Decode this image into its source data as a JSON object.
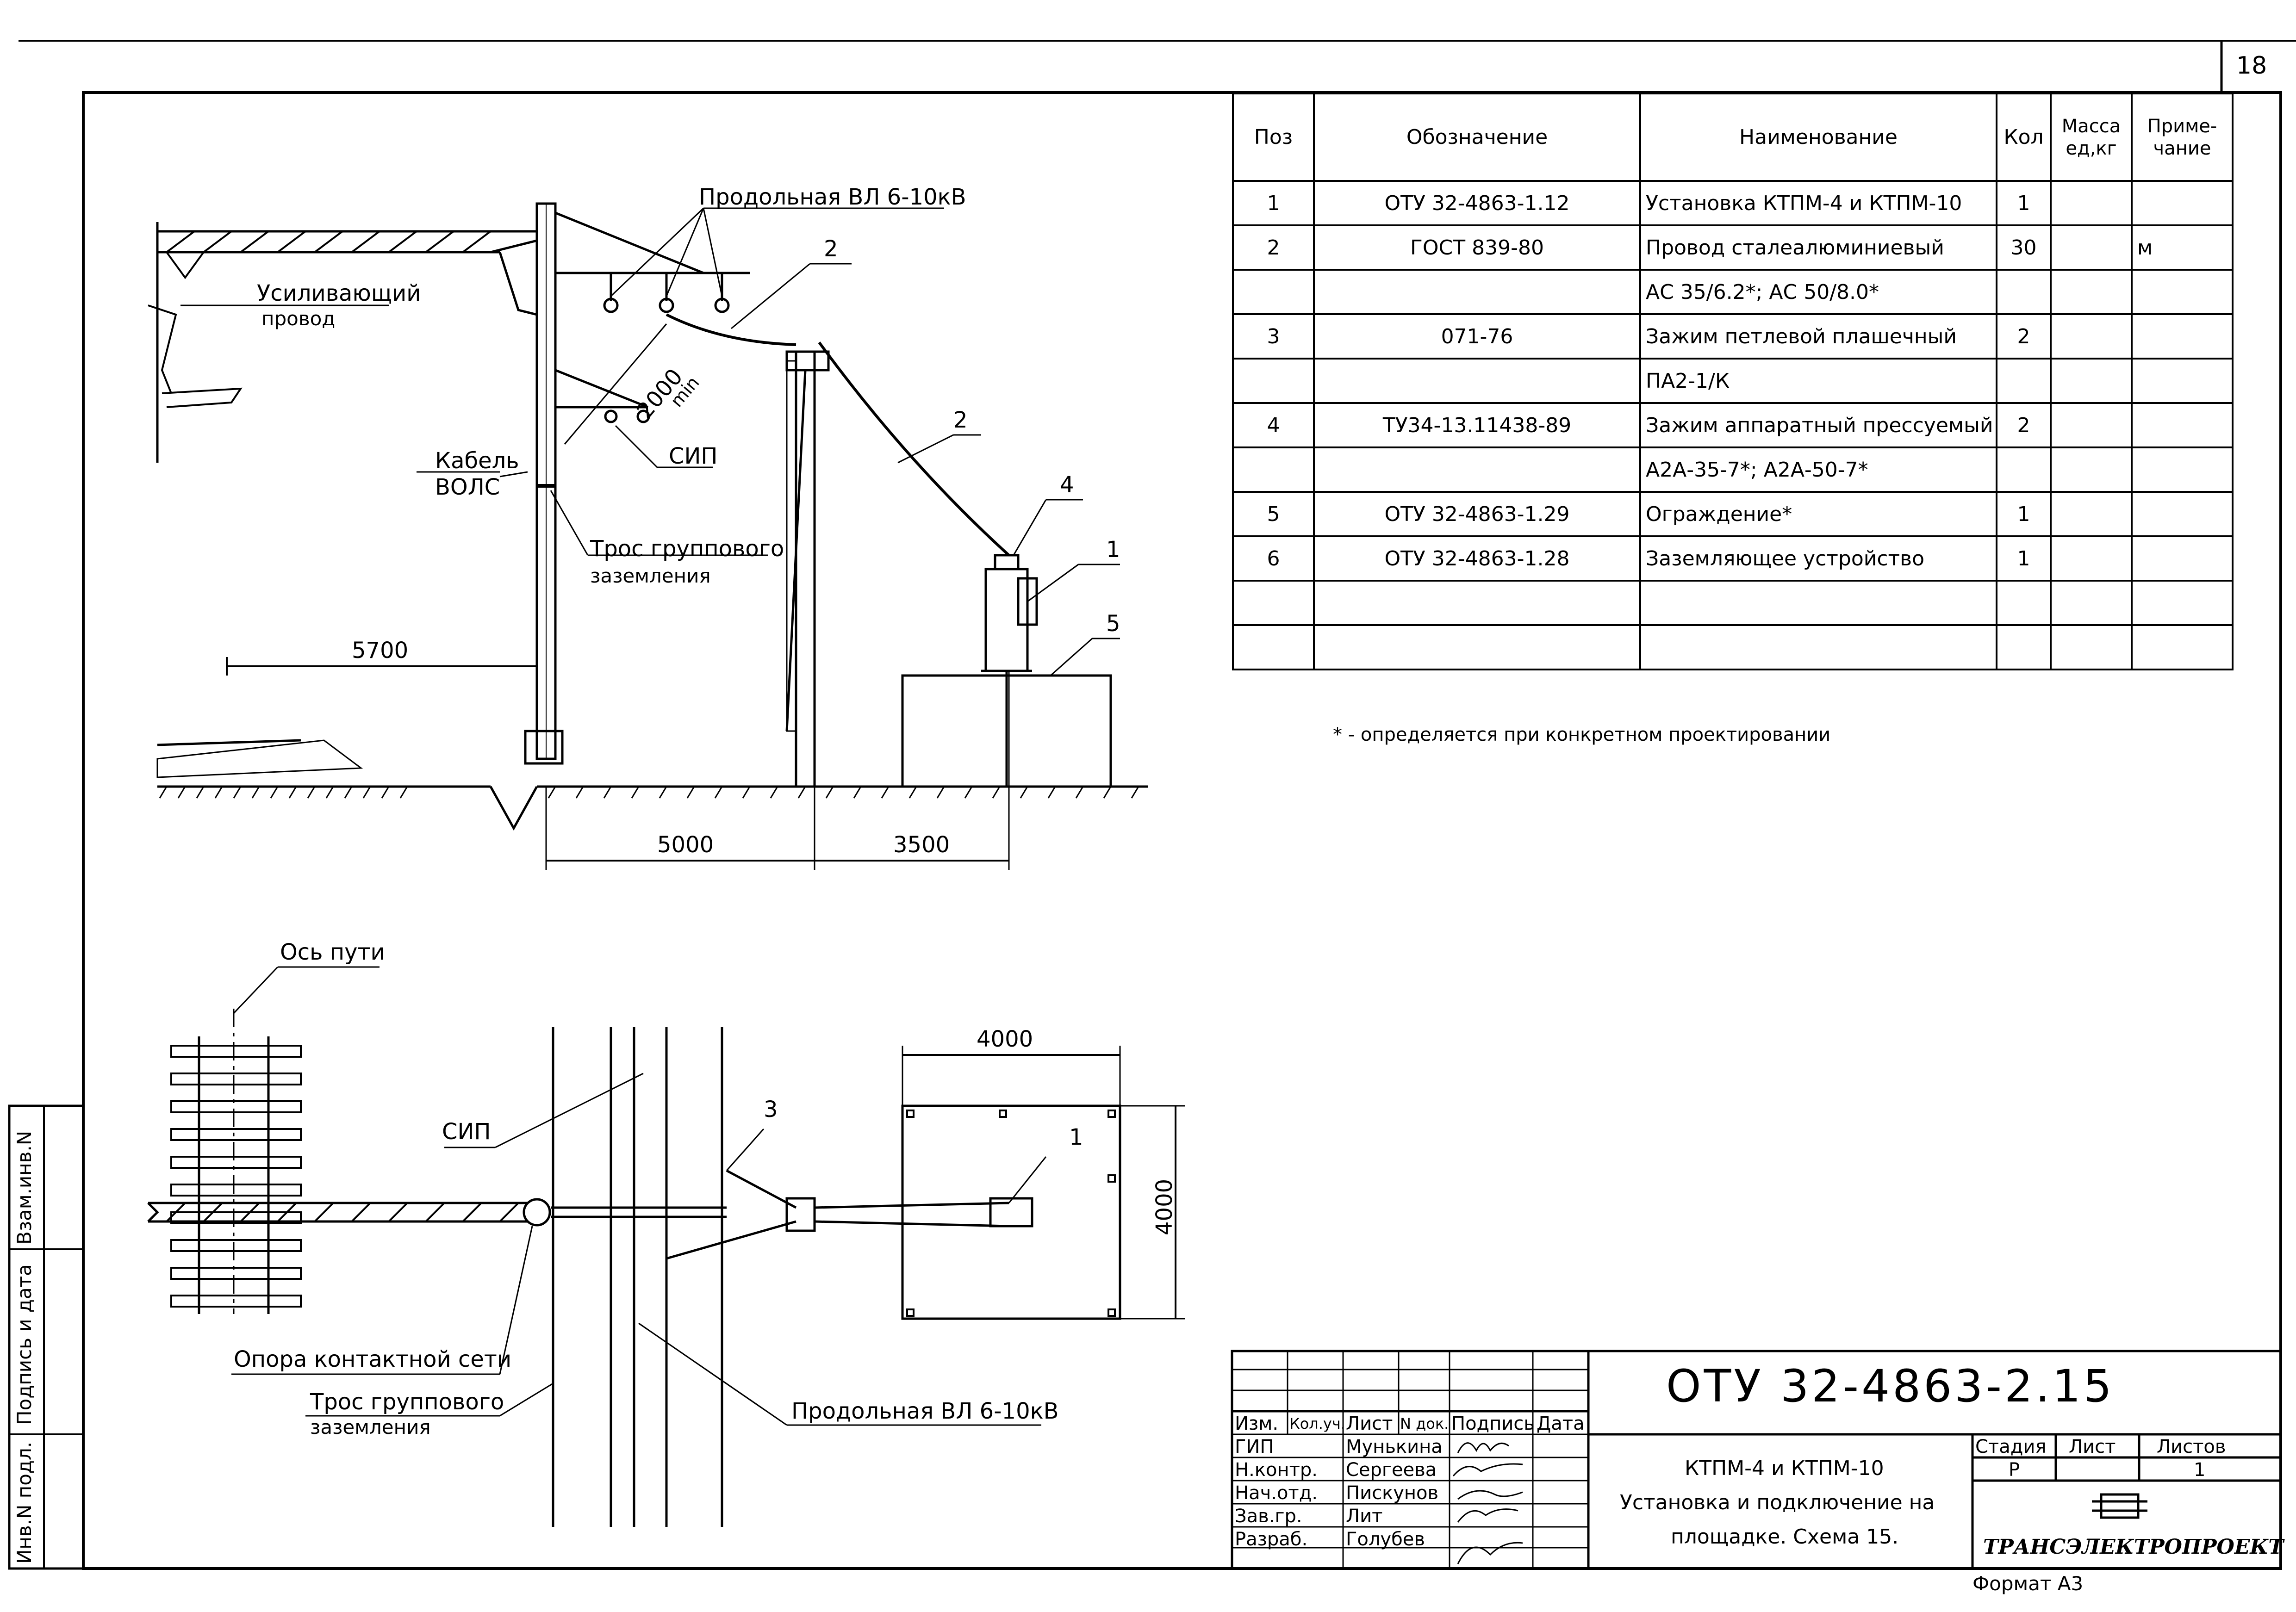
{
  "sheet": {
    "number": "18",
    "format": "Формат А3"
  },
  "spec_table": {
    "headers": [
      "Поз",
      "Обозначение",
      "Наименование",
      "Кол",
      "Масса ед,кг",
      "Приме- чание"
    ],
    "rows": [
      {
        "pos": "1",
        "code": "ОТУ 32-4863-1.12",
        "name": "Установка КТПМ-4 и КТПМ-10",
        "qty": "1",
        "mass": "",
        "note": ""
      },
      {
        "pos": "2",
        "code": "ГОСТ 839-80",
        "name": "Провод сталеалюминиевый",
        "qty": "30",
        "mass": "",
        "note": "м"
      },
      {
        "pos": "",
        "code": "",
        "name": "АС 35/6.2*; АС 50/8.0*",
        "qty": "",
        "mass": "",
        "note": ""
      },
      {
        "pos": "3",
        "code": "071-76",
        "name": "Зажим петлевой плашечный",
        "qty": "2",
        "mass": "",
        "note": ""
      },
      {
        "pos": "",
        "code": "",
        "name": "ПА2-1/К",
        "qty": "",
        "mass": "",
        "note": ""
      },
      {
        "pos": "4",
        "code": "ТУ34-13.11438-89",
        "name": "Зажим аппаратный прессуемый",
        "qty": "2",
        "mass": "",
        "note": ""
      },
      {
        "pos": "",
        "code": "",
        "name": "А2А-35-7*; А2А-50-7*",
        "qty": "",
        "mass": "",
        "note": ""
      },
      {
        "pos": "5",
        "code": "ОТУ 32-4863-1.29",
        "name": "Ограждение*",
        "qty": "1",
        "mass": "",
        "note": ""
      },
      {
        "pos": "6",
        "code": "ОТУ 32-4863-1.28",
        "name": "Заземляющее устройство",
        "qty": "1",
        "mass": "",
        "note": ""
      },
      {
        "pos": "",
        "code": "",
        "name": "",
        "qty": "",
        "mass": "",
        "note": ""
      },
      {
        "pos": "",
        "code": "",
        "name": "",
        "qty": "",
        "mass": "",
        "note": ""
      }
    ],
    "footnote": "* - определяется при конкретном проектировании"
  },
  "elevation": {
    "labels": {
      "vl_top": "Продольная ВЛ 6-10кВ",
      "reinforcing": "Усиливающий",
      "reinforcing2": "провод",
      "cable": "Кабель",
      "cable2": "ВОЛС",
      "sip": "СИП",
      "ground_wire": "Трос группового",
      "ground_wire2": "заземления",
      "min": "min"
    },
    "dims": {
      "d2000": "2000",
      "d5700": "5700",
      "d5000": "5000",
      "d3500": "3500"
    },
    "pos": {
      "p1": "1",
      "p2a": "2",
      "p2b": "2",
      "p4": "4",
      "p5": "5"
    }
  },
  "plan": {
    "labels": {
      "track_axis": "Ось пути",
      "sip": "СИП",
      "support": "Опора контактной сети",
      "ground_wire": "Трос группового",
      "ground_wire2": "заземления",
      "vl": "Продольная ВЛ 6-10кВ"
    },
    "dims": {
      "w": "4000",
      "h": "4000"
    },
    "pos": {
      "p1": "1",
      "p3": "3"
    }
  },
  "title_block": {
    "doc_code": "ОТУ 32-4863-2.15",
    "col_headers": [
      "Изм.",
      "Кол.уч.",
      "Лист",
      "N док.",
      "Подпись",
      "Дата"
    ],
    "people": [
      {
        "role": "ГИП",
        "name": "Мунькина"
      },
      {
        "role": "Н.контр.",
        "name": "Сергеева"
      },
      {
        "role": "Нач.отд.",
        "name": "Пискунов"
      },
      {
        "role": "Зав.гр.",
        "name": "Лит"
      },
      {
        "role": "Разраб.",
        "name": "Голубев"
      }
    ],
    "title_line1": "КТПМ-4 и КТПМ-10",
    "title_line2": "Установка и подключение на",
    "title_line3": "площадке. Схема 15.",
    "stage_label": "Стадия",
    "sheet_label": "Лист",
    "sheets_label": "Листов",
    "stage": "Р",
    "sheets": "1",
    "company": "ТРАНСЭЛЕКТРОПРОЕКТ"
  },
  "sidebar": {
    "inv": "Инв.N подл.",
    "sign": "Подпись и дата",
    "vzam": "Взам.инв.N"
  }
}
